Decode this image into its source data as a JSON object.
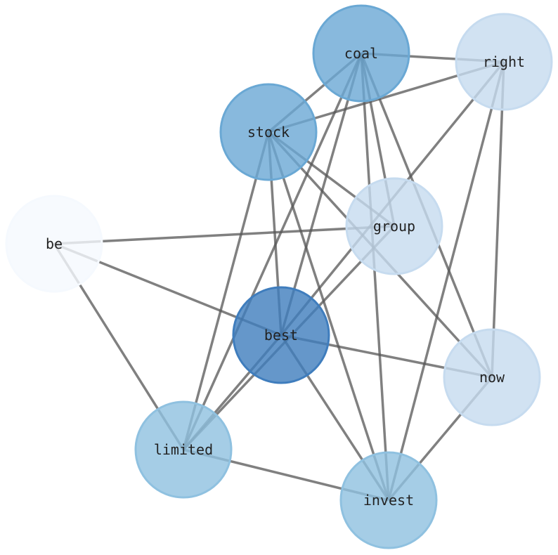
{
  "graph": {
    "nodes": [
      {
        "id": "coal",
        "label": "coal",
        "color": "#6aa8d4"
      },
      {
        "id": "right",
        "label": "right",
        "color": "#c6dbef"
      },
      {
        "id": "stock",
        "label": "stock",
        "color": "#6aa8d4"
      },
      {
        "id": "group",
        "label": "group",
        "color": "#c6dbef"
      },
      {
        "id": "be",
        "label": "be",
        "color": "#f5f9fe"
      },
      {
        "id": "best",
        "label": "best",
        "color": "#3f7dbd"
      },
      {
        "id": "now",
        "label": "now",
        "color": "#c6dbef"
      },
      {
        "id": "limited",
        "label": "limited",
        "color": "#8fc1e0"
      },
      {
        "id": "invest",
        "label": "invest",
        "color": "#8fc1e0"
      }
    ],
    "edges": [
      [
        "coal",
        "right"
      ],
      [
        "coal",
        "stock"
      ],
      [
        "coal",
        "group"
      ],
      [
        "coal",
        "now"
      ],
      [
        "coal",
        "invest"
      ],
      [
        "coal",
        "best"
      ],
      [
        "coal",
        "limited"
      ],
      [
        "right",
        "stock"
      ],
      [
        "right",
        "best"
      ],
      [
        "right",
        "now"
      ],
      [
        "right",
        "invest"
      ],
      [
        "stock",
        "group"
      ],
      [
        "stock",
        "now"
      ],
      [
        "stock",
        "invest"
      ],
      [
        "stock",
        "best"
      ],
      [
        "stock",
        "limited"
      ],
      [
        "be",
        "group"
      ],
      [
        "be",
        "best"
      ],
      [
        "be",
        "limited"
      ],
      [
        "best",
        "now"
      ],
      [
        "best",
        "invest"
      ],
      [
        "best",
        "limited"
      ],
      [
        "group",
        "limited"
      ],
      [
        "limited",
        "invest"
      ],
      [
        "now",
        "invest"
      ]
    ],
    "edge_color": "#555555"
  }
}
